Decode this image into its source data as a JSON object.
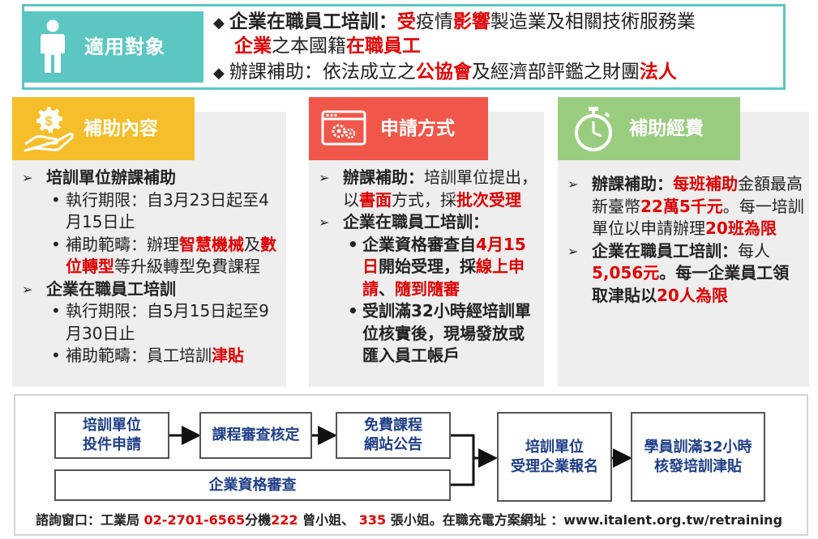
{
  "target": {
    "label": "適用對象",
    "line1": [
      "企業在職員工培訓：",
      "受",
      "疫情",
      "影響",
      "製造業及相關技術服務業"
    ],
    "line2": [
      "企業",
      "之本國籍",
      "在職員工"
    ],
    "line3": [
      "辦課補助：依法成立之",
      "公協會",
      "及經濟部評鑑之財團",
      "法人"
    ]
  },
  "col1": {
    "title": "補助內容",
    "s1_title": "培訓單位辦課補助",
    "s1_period": "執行期限：自3月23日起至4月15日止",
    "s1_scope": [
      "補助範疇：辦理",
      "智慧機械",
      "及",
      "數位轉型",
      "等升級轉型免費課程"
    ],
    "s2_title": "企業在職員工培訓",
    "s2_period": "執行期限：自5月15日起至9月30日止",
    "s2_scope": [
      "補助範疇：員工培訓",
      "津貼"
    ]
  },
  "col2": {
    "title": "申請方式",
    "p1": [
      "辦課補助：",
      "培訓單位提出，以",
      "書面",
      "方式，採",
      "批次受理"
    ],
    "p2_title": "企業在職員工培訓：",
    "p2_a": [
      "企業資格審查自",
      "4月15日",
      "開始受理，採",
      "線上申請",
      "、",
      "隨到隨審"
    ],
    "p2_b": "受訓滿32小時經培訓單位核實後，現場發放或匯入員工帳戶"
  },
  "col3": {
    "title": "補助經費",
    "p1": [
      "辦課補助：",
      "每班補助",
      "金額最高新臺幣",
      "22萬5千元",
      "。每一培訓單位以申請辦理",
      "20班為限"
    ],
    "p2": [
      "企業在職員工培訓：",
      "每人",
      "5,056元",
      "。每一企業員工領取津貼以",
      "20人為限"
    ]
  },
  "flow": {
    "n1": [
      "培訓單位",
      "投件申請"
    ],
    "n2": "課程審查核定",
    "n3": [
      "免費課程",
      "網站公告"
    ],
    "n4": "企業資格審查",
    "n5": [
      "培訓單位",
      "受理企業報名"
    ],
    "n6": [
      "學員訓滿32小時",
      "核發培訓津貼"
    ]
  },
  "footer": [
    "諮詢窗口：工業局 ",
    "02-2701-6565",
    "分機",
    "222",
    " 曾小姐、 ",
    "335",
    " 張小姐。在職充電方案網址 ：www.italent.org.tw/retraining"
  ],
  "colors": {
    "teal": "#5cc6c3",
    "yellow": "#f5be2a",
    "coral": "#f0574a",
    "green": "#9acc80",
    "red": "#e00000",
    "navy": "#1f3f86"
  }
}
